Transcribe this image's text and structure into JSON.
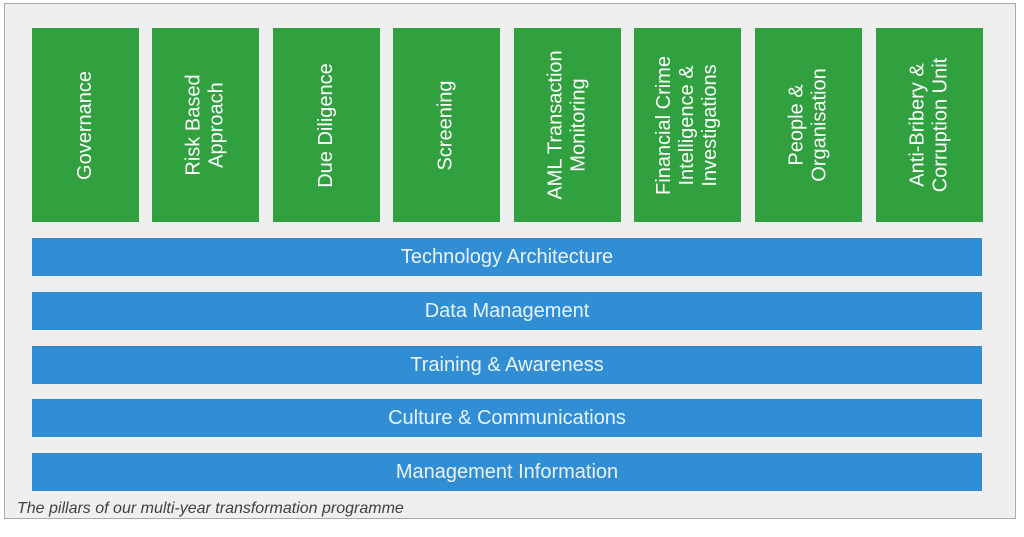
{
  "pillars": [
    {
      "label": "Governance"
    },
    {
      "label": "Risk Based\nApproach"
    },
    {
      "label": "Due Diligence"
    },
    {
      "label": "Screening"
    },
    {
      "label": "AML Transaction\nMonitoring"
    },
    {
      "label": "Financial Crime\nIntelligence &\nInvestigations"
    },
    {
      "label": "People &\nOrganisation"
    },
    {
      "label": "Anti-Bribery &\nCorruption Unit"
    }
  ],
  "foundations": [
    {
      "label": "Technology Architecture"
    },
    {
      "label": "Data Management"
    },
    {
      "label": "Training & Awareness"
    },
    {
      "label": "Culture & Communications"
    },
    {
      "label": "Management Information"
    }
  ],
  "caption": "The pillars of our multi-year transformation programme",
  "colors": {
    "pillar": "#31a13f",
    "foundation": "#318dd4",
    "background": "#efefef"
  }
}
